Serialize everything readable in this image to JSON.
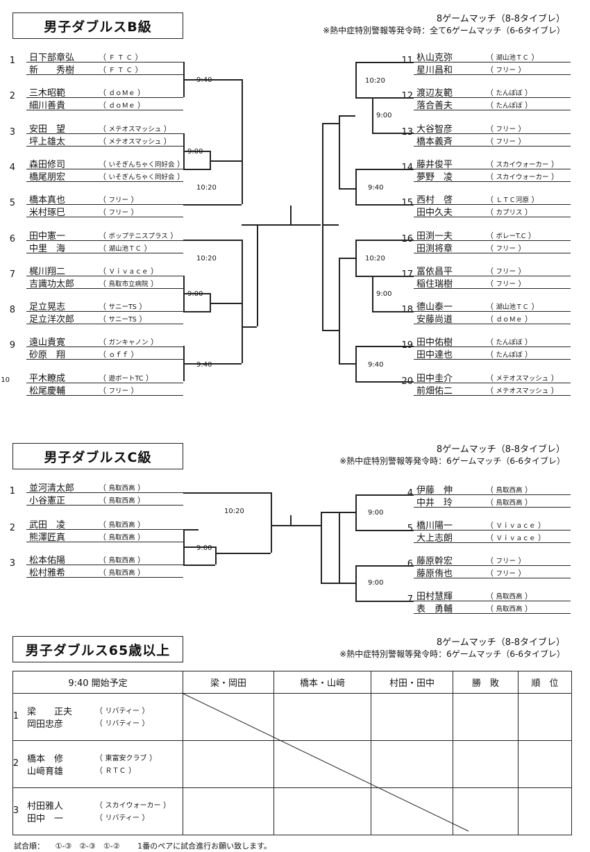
{
  "sectionB": {
    "title": "男子ダブルスB級",
    "match1": "8ゲームマッチ（8-8タイブレ）",
    "match2": "※熱中症特別警報等発令時：全て6ゲームマッチ（6-6タイブレ）",
    "left": [
      {
        "seed": "1",
        "p1": {
          "name": "日下部章弘",
          "club": "Ｆ Ｔ Ｃ"
        },
        "p2": {
          "name": "新　　秀樹",
          "club": "Ｆ Ｔ Ｃ"
        }
      },
      {
        "seed": "2",
        "p1": {
          "name": "三木昭範",
          "club": "ｄｏＭｅ"
        },
        "p2": {
          "name": "細川善貴",
          "club": "ｄｏＭｅ"
        }
      },
      {
        "seed": "3",
        "p1": {
          "name": "安田　望",
          "club": "メテオスマッシュ"
        },
        "p2": {
          "name": "坪上雄太",
          "club": "メテオスマッシュ"
        }
      },
      {
        "seed": "4",
        "p1": {
          "name": "森田修司",
          "club": "いそぎんちゃく同好会"
        },
        "p2": {
          "name": "橋尾朋宏",
          "club": "いそぎんちゃく同好会"
        }
      },
      {
        "seed": "5",
        "p1": {
          "name": "橋本真也",
          "club": "フリー"
        },
        "p2": {
          "name": "米村琢巳",
          "club": "フリー"
        }
      },
      {
        "seed": "6",
        "p1": {
          "name": "田中憲一",
          "club": "ボップテニスプラス"
        },
        "p2": {
          "name": "中里　海",
          "club": "湖山池ＴＣ"
        }
      },
      {
        "seed": "7",
        "p1": {
          "name": "梶川翔二",
          "club": "Ｖｉｖａｃｅ"
        },
        "p2": {
          "name": "吉識功太郎",
          "club": "鳥取市立病院"
        }
      },
      {
        "seed": "8",
        "p1": {
          "name": "足立晃志",
          "club": "サニーTS"
        },
        "p2": {
          "name": "足立洋次郎",
          "club": "サニーTS"
        }
      },
      {
        "seed": "9",
        "p1": {
          "name": "遠山貴寛",
          "club": "ガンキャノン"
        },
        "p2": {
          "name": "砂原　翔",
          "club": "ｏｆｆ"
        }
      },
      {
        "seed": "10",
        "p1": {
          "name": "平木瞭成",
          "club": "遊ボートTC"
        },
        "p2": {
          "name": "松尾慶輔",
          "club": "フリー"
        }
      }
    ],
    "right": [
      {
        "seed": "11",
        "p1": {
          "name": "杁山克弥",
          "club": "湖山池ＴＣ"
        },
        "p2": {
          "name": "星川昌和",
          "club": "フリー"
        }
      },
      {
        "seed": "12",
        "p1": {
          "name": "渡辺友範",
          "club": "たんぽぽ"
        },
        "p2": {
          "name": "落合善夫",
          "club": "たんぽぽ"
        }
      },
      {
        "seed": "13",
        "p1": {
          "name": "大谷智彦",
          "club": "フリー"
        },
        "p2": {
          "name": "橋本義斉",
          "club": "フリー"
        }
      },
      {
        "seed": "14",
        "p1": {
          "name": "藤井俊平",
          "club": "スカイウォーカー"
        },
        "p2": {
          "name": "夢野　凌",
          "club": "スカイウォーカー"
        }
      },
      {
        "seed": "15",
        "p1": {
          "name": "西村　啓",
          "club": "ＬＴＣ河原"
        },
        "p2": {
          "name": "田中久夫",
          "club": "カプリス"
        }
      },
      {
        "seed": "16",
        "p1": {
          "name": "田渕一夫",
          "club": "ボレーT.C"
        },
        "p2": {
          "name": "田渕将章",
          "club": "フリー"
        }
      },
      {
        "seed": "17",
        "p1": {
          "name": "冨依昌平",
          "club": "フリー"
        },
        "p2": {
          "name": "稲住瑞樹",
          "club": "フリー"
        }
      },
      {
        "seed": "18",
        "p1": {
          "name": "德山泰一",
          "club": "湖山池ＴＣ"
        },
        "p2": {
          "name": "安藤尚道",
          "club": "ｄｏＭｅ"
        }
      },
      {
        "seed": "19",
        "p1": {
          "name": "田中佑樹",
          "club": "たんぽぽ"
        },
        "p2": {
          "name": "田中達也",
          "club": "たんぽぽ"
        }
      },
      {
        "seed": "20",
        "p1": {
          "name": "田中圭介",
          "club": "メテオスマッシュ"
        },
        "p2": {
          "name": "前畑佑二",
          "club": "メテオスマッシュ"
        }
      }
    ],
    "times": {
      "l1": "9:40",
      "l2": "9:00",
      "l3": "10:20",
      "l4": "10:20",
      "l5": "9:00",
      "l6": "9:40",
      "r1": "10:20",
      "r2": "9:00",
      "r3": "9:40",
      "r4": "10:20",
      "r5": "9:00",
      "r6": "9:40"
    }
  },
  "sectionC": {
    "title": "男子ダブルスC級",
    "match1": "8ゲームマッチ（8-8タイブレ）",
    "match2": "※熱中症特別警報等発令時：6ゲームマッチ（6-6タイブレ）",
    "left": [
      {
        "seed": "1",
        "p1": {
          "name": "並河清太郎",
          "club": "鳥取西高"
        },
        "p2": {
          "name": "小谷憲正",
          "club": "鳥取西高"
        }
      },
      {
        "seed": "2",
        "p1": {
          "name": "武田　凌",
          "club": "鳥取西高"
        },
        "p2": {
          "name": "熊澤匠真",
          "club": "鳥取西高"
        }
      },
      {
        "seed": "3",
        "p1": {
          "name": "松本佑陽",
          "club": "鳥取西高"
        },
        "p2": {
          "name": "松村雅希",
          "club": "鳥取西高"
        }
      }
    ],
    "right": [
      {
        "seed": "4",
        "p1": {
          "name": "伊藤　伸",
          "club": "鳥取西高"
        },
        "p2": {
          "name": "中井　玲",
          "club": "鳥取西高"
        }
      },
      {
        "seed": "5",
        "p1": {
          "name": "橋川陽一",
          "club": "Ｖｉｖａｃｅ"
        },
        "p2": {
          "name": "大上志朗",
          "club": "Ｖｉｖａｃｅ"
        }
      },
      {
        "seed": "6",
        "p1": {
          "name": "藤原幹宏",
          "club": "フリー"
        },
        "p2": {
          "name": "藤原侑也",
          "club": "フリー"
        }
      },
      {
        "seed": "7",
        "p1": {
          "name": "田村慧輝",
          "club": "鳥取西高"
        },
        "p2": {
          "name": "表　勇輔",
          "club": "鳥取西高"
        }
      }
    ],
    "times": {
      "l1": "10:20",
      "l2": "9:00",
      "r1": "9:00",
      "r2": "9:00"
    }
  },
  "section65": {
    "title": "男子ダブルス65歳以上",
    "match1": "8ゲームマッチ（8-8タイブレ）",
    "match2": "※熱中症特別警報等発令時：6ゲームマッチ（6-6タイブレ）",
    "header": [
      "9:40 開始予定",
      "梁・岡田",
      "橋本・山﨑",
      "村田・田中",
      "勝　敗",
      "順　位"
    ],
    "rows": [
      {
        "seed": "1",
        "p1": {
          "name": "梁　　正夫",
          "club": "リバティー"
        },
        "p2": {
          "name": "岡田忠彦",
          "club": "リバティー"
        }
      },
      {
        "seed": "2",
        "p1": {
          "name": "橋本　修",
          "club": "東富安クラブ"
        },
        "p2": {
          "name": "山﨑育雄",
          "club": "ＲＴＣ"
        }
      },
      {
        "seed": "3",
        "p1": {
          "name": "村田雅人",
          "club": "スカイウォーカー"
        },
        "p2": {
          "name": "田中　一",
          "club": "リバティー"
        }
      }
    ],
    "order_label": "試合順：",
    "order": "①-③　②-③　①-②",
    "note": "1番のペアに試合進行お願い致します。"
  }
}
